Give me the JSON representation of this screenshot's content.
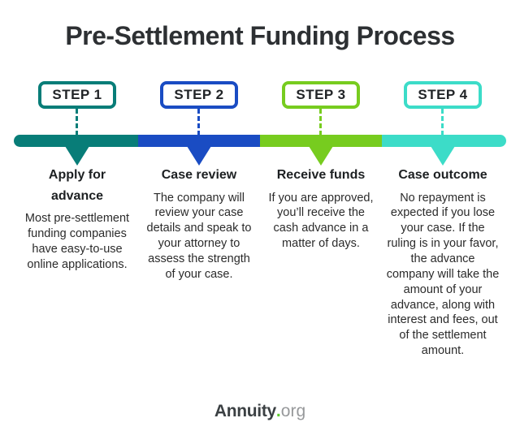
{
  "title": "Pre-Settlement Funding Process",
  "colors": {
    "step1_teal": "#087d78",
    "step2_blue": "#1a4cc3",
    "step3_green": "#77cc1f",
    "step4_turquoise": "#3cdcc8",
    "title_text": "#2d3033",
    "body_text": "#2b2b2b",
    "brand_dot_green": "#5ecd30",
    "brand_tld_gray": "#97999b"
  },
  "steps": [
    {
      "badge": "STEP 1",
      "color": "#087d78",
      "heading": "Apply for advance",
      "body": "Most pre-settlement funding companies have easy-to-use online applications."
    },
    {
      "badge": "STEP 2",
      "color": "#1a4cc3",
      "heading": "Case review",
      "body": "The company will review your case details and speak to your attorney to assess the strength of your case."
    },
    {
      "badge": "STEP 3",
      "color": "#77cc1f",
      "heading": "Receive funds",
      "body": "If you are approved, you’ll receive the cash advance in a matter of days."
    },
    {
      "badge": "STEP 4",
      "color": "#3cdcc8",
      "heading": "Case outcome",
      "body": "No repayment is expected if you lose your case. If the ruling is in your favor, the advance company will take the amount of your advance, along with interest and fees, out of the settlement amount."
    }
  ],
  "brand": {
    "name": "Annuity",
    "dot": ".",
    "tld": "org"
  }
}
